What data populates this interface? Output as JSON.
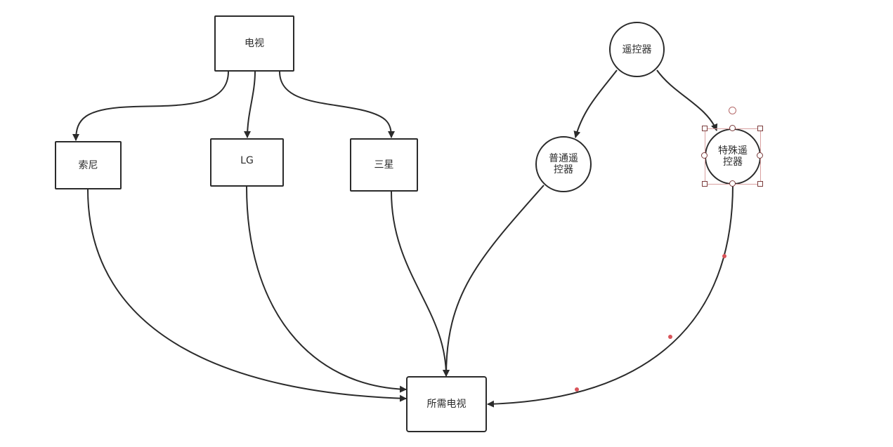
{
  "nodes": {
    "tv": "电视",
    "sony": "索尼",
    "lg": "LG",
    "samsung": "三星",
    "remote": "遥控器",
    "normal_remote_line1": "普通遥",
    "normal_remote_line2": "控器",
    "special_remote_line1": "特殊遥",
    "special_remote_line2": "控器",
    "target_tv": "所需电视"
  },
  "colors": {
    "stroke": "#2b2b2b",
    "selection": "#d9a0a0",
    "waypoint": "#d9545a"
  }
}
